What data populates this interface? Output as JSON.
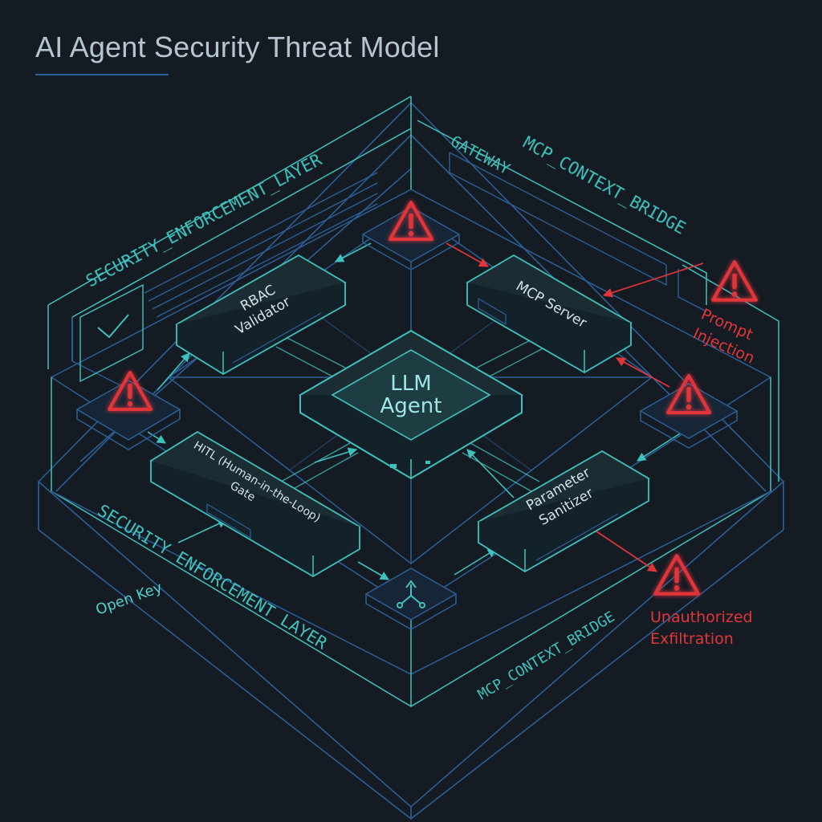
{
  "title": "AI Agent Security Threat Model",
  "colors": {
    "background": "#141b23",
    "cyan": "#3fc2bd",
    "blue": "#2c5f96",
    "threat_red": "#e2353a",
    "node_fill": "#1b2c33",
    "core_fill": "#1d3d42",
    "label_light": "#d3e3e6",
    "label_cyan": "#9fe7e4"
  },
  "layers": {
    "security_left": "SECURITY_ENFORCEMENT_LAYER",
    "security_bottom": "SECURITY_ENFORCEMENT_LAYER",
    "gateway": "GATEWAY",
    "mcp_top": "MCP_CONTEXT_BRIDGE",
    "mcp_bottom": "MCP_CONTEXT_BRIDGE"
  },
  "nodes": {
    "core": {
      "line1": "LLM",
      "line2": "Agent"
    },
    "rbac": {
      "line1": "RBAC",
      "line2": "Validator"
    },
    "mcp_server": {
      "line1": "MCP Server"
    },
    "hitl": {
      "line1": "HITL (Human-in-the-Loop)",
      "line2": "Gate"
    },
    "sanitizer": {
      "line1": "Parameter",
      "line2": "Sanitizer"
    }
  },
  "labels": {
    "open_key": "Open Key",
    "prompt_injection_1": "Prompt",
    "prompt_injection_2": "Injection",
    "exfiltration_1": "Unauthorized",
    "exfiltration_2": "Exfiltration"
  },
  "icons": {
    "warning": "warning-triangle-icon",
    "check": "checkmark-icon",
    "router": "network-branch-icon"
  }
}
